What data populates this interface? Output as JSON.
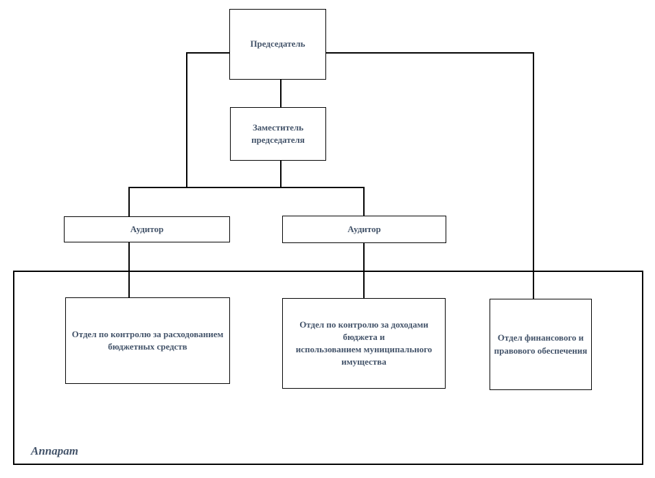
{
  "diagram": {
    "type": "org-chart",
    "colors": {
      "text": "#44546A",
      "line": "#000000",
      "background": "#ffffff"
    },
    "nodes": {
      "chairman": {
        "label": "Председатель"
      },
      "deputy": {
        "label": "Заместитель\nпредседателя"
      },
      "auditor_left": {
        "label": "Аудитор"
      },
      "auditor_right": {
        "label": "Аудитор"
      },
      "dept_budget_spending": {
        "label": "Отдел по контролю за расходованием\nбюджетных средств"
      },
      "dept_budget_income": {
        "label": "Отдел по контролю за доходами бюджета и\nиспользованием муниципального\nимущества"
      },
      "dept_finance_legal": {
        "label": "Отдел финансового и\nправового обеспечения"
      },
      "apparatus": {
        "label": "Аппарат"
      }
    },
    "edges": [
      [
        "chairman",
        "deputy"
      ],
      [
        "chairman",
        "auditor_left"
      ],
      [
        "chairman",
        "auditor_right"
      ],
      [
        "deputy",
        "auditor_left"
      ],
      [
        "deputy",
        "auditor_right"
      ],
      [
        "chairman",
        "dept_finance_legal"
      ],
      [
        "auditor_left",
        "dept_budget_spending"
      ],
      [
        "auditor_right",
        "dept_budget_income"
      ]
    ],
    "groups": [
      {
        "name": "apparatus",
        "contains": [
          "dept_budget_spending",
          "dept_budget_income",
          "dept_finance_legal"
        ]
      }
    ]
  }
}
